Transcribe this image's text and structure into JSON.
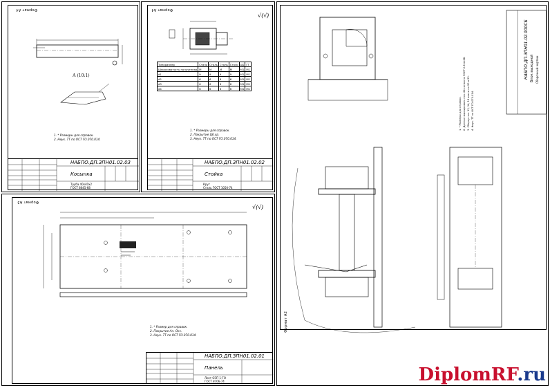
{
  "sheets": {
    "rod": {
      "format_label": "Формат А4",
      "code": "НАБПО.ДП.ЗПН01.02.03",
      "name": "Косынка",
      "material_line1": "Труба 40х40х2",
      "material_line2": "ГОСТ 8645-68",
      "view_label": "А (10:1)",
      "notes": [
        "1. * Размеры для справок.",
        "2. Неук. ТТ по ОСТ ГО.070.014."
      ]
    },
    "bushing": {
      "format_label": "Формат А4",
      "code": "НАБПО.ДП.ЗПН01.02.02",
      "name": "Стойка",
      "material_line1": "Круг",
      "material_line2": "Сталь ГОСТ 1050-74",
      "notes": [
        "1. * Размеры для справок.",
        "2. Покрытие Ц6.хр.",
        "3. Неук. ТТ по ОСТ ГО.070.014."
      ],
      "table": {
        "header": [
          "Типоразмер",
          "Сталь",
          "Сталь",
          "Сталь",
          "Сталь",
          "ЦБ",
          "ГТ"
        ],
        "rows": [
          [
            "Шероховатость полученная",
            "М",
            "М",
            "М",
            "М",
            "М1",
            "М1"
          ],
          [
            "d1",
            "9",
            "9",
            "9",
            "9",
            "М1",
            "М1"
          ],
          [
            "d2",
            "6",
            "6",
            "6",
            "6",
            "М1",
            "М1"
          ],
          [
            "d3",
            "6",
            "6",
            "6",
            "6",
            "М1",
            "М1"
          ],
          [
            "d4",
            "6",
            "6",
            "6",
            "6",
            "М1",
            "М1"
          ]
        ]
      }
    },
    "panel": {
      "format_label": "Формат А3",
      "code": "НАБПО.ДП.ЗПН01.02.01",
      "name": "Панель",
      "material_line1": "Лист ОЗП 1-ГО",
      "material_line2": "ГОСТ 8706-74",
      "notes": [
        "1. * Размер для справок.",
        "2. Покрытие Ан. Окс.",
        "3. Неук. ТТ по ОСТ ГО.070.014."
      ]
    },
    "assembly": {
      "format_label": "Формат А2",
      "code": "НАБПО.ДП.ЗПН01.02.000СБ",
      "name_line1": "Блок выходной",
      "name_line2": "Сборочный чертеж",
      "notes": [
        "1. * Размеры для справок.",
        "2. Данные маркировать поз. 24 согласно ГОСТ 2.314-68.",
        "3. Сборку поз. 13, 14, 15 вести по 20 и 23.",
        "4. Неук. ТТ по ОСТ ГО.070.014."
      ]
    }
  },
  "watermark": {
    "main": "DiplomRF",
    "tld": ".ru"
  }
}
